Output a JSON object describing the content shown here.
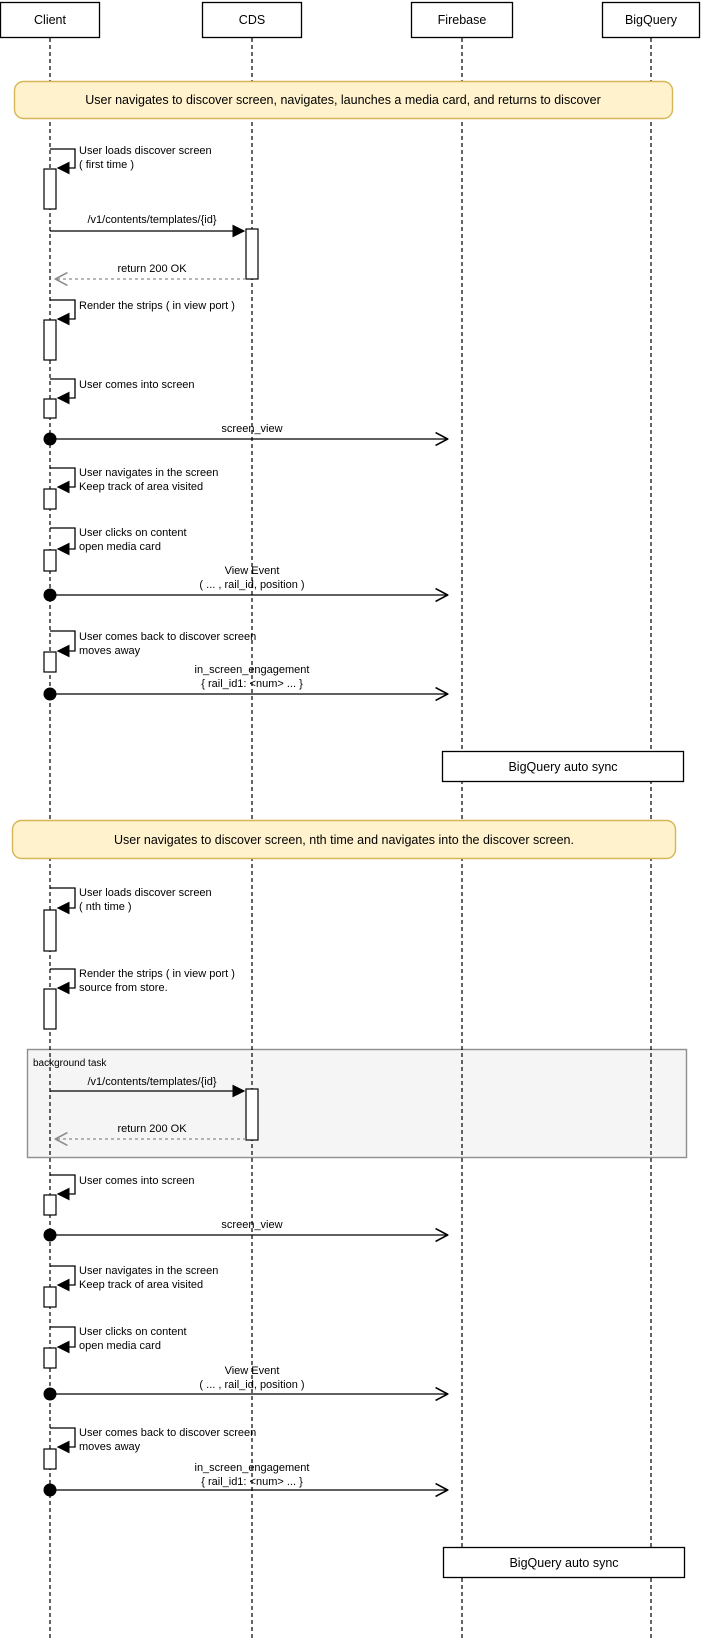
{
  "actors": {
    "client": "Client",
    "cds": "CDS",
    "firebase": "Firebase",
    "bigquery": "BigQuery"
  },
  "scenario1": {
    "note": "User navigates to discover screen, navigates, launches a media card, and returns to discover",
    "load_line1": "User loads discover screen",
    "load_line2": "( first time )",
    "request": "/v1/contents/templates/{id}",
    "response": "return 200 OK",
    "render": "Render the strips ( in view port )",
    "comes_into": "User comes into screen",
    "screen_view": "screen_view",
    "navigates_line1": "User navigates in the screen",
    "navigates_line2": "Keep track of area visited",
    "clicks_line1": "User clicks on content",
    "clicks_line2": "open media card",
    "view_event_line1": "View Event",
    "view_event_line2": "( ... , rail_id, position )",
    "comes_back_line1": "User comes back to discover screen",
    "comes_back_line2": "moves away",
    "engagement_line1": "in_screen_engagement",
    "engagement_line2": "{ rail_id1: <num> ... }",
    "sync_label": "BigQuery auto sync"
  },
  "scenario2": {
    "note": "User navigates to discover screen, nth time and navigates into the discover screen.",
    "load_line1": "User loads discover screen",
    "load_line2": "( nth time )",
    "render_line1": "Render the strips ( in view port )",
    "render_line2": "source from store.",
    "frame_label": "background task",
    "request": "/v1/contents/templates/{id}",
    "response": "return 200 OK",
    "comes_into": "User comes into screen",
    "screen_view": "screen_view",
    "navigates_line1": "User navigates in the screen",
    "navigates_line2": "Keep track of area visited",
    "clicks_line1": "User clicks on content",
    "clicks_line2": "open media card",
    "view_event_line1": "View Event",
    "view_event_line2": "( ... , rail_id, position )",
    "comes_back_line1": "User comes back to discover screen",
    "comes_back_line2": "moves away",
    "engagement_line1": "in_screen_engagement",
    "engagement_line2": "{ rail_id1: <num> ... }",
    "sync_label": "BigQuery auto sync"
  },
  "colors": {
    "note_fill": "#fff2cc",
    "note_border": "#d6b656",
    "frame_fill": "#f5f5f5",
    "frame_border": "#8f8f8f",
    "return_arrow": "#8c8c8c",
    "stroke": "#000000"
  }
}
